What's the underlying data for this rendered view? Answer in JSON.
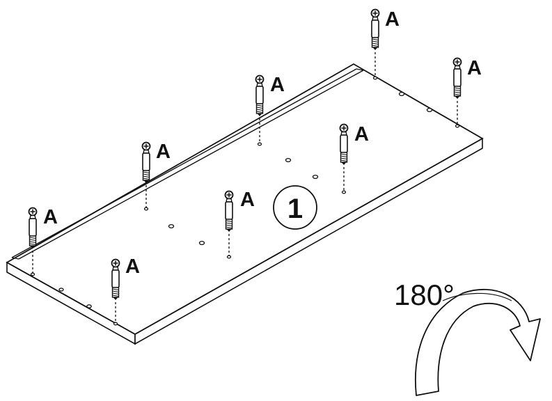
{
  "diagram": {
    "step_number": "1",
    "part_label": "A",
    "rotation_label": "180°"
  },
  "colors": {
    "ink": "#111111",
    "paper": "#ffffff",
    "panel_edge": "#eeeeee"
  }
}
